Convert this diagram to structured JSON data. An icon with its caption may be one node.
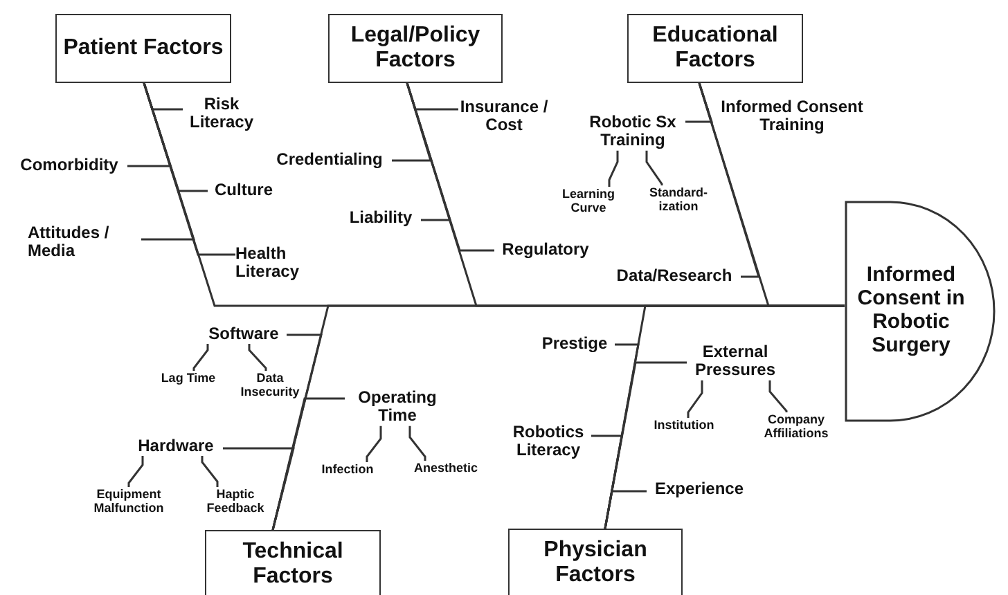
{
  "diagram": {
    "nodes": [
      {
        "text": [
          "Patient Factors"
        ]
      },
      {
        "text": [
          "Legal/Policy Factors"
        ]
      },
      {
        "text": [
          "Educational Factors"
        ]
      },
      {
        "text": [
          "Risk Literacy"
        ]
      },
      {
        "text": [
          "Insurance / Cost"
        ]
      },
      {
        "text": [
          "Informed Consent Training"
        ]
      },
      {
        "text": [
          "Robotic Sx Training"
        ]
      },
      {
        "text": [
          "Credentialing"
        ]
      },
      {
        "text": [
          "Comorbidity"
        ]
      },
      {
        "text": [
          "Culture"
        ]
      },
      {
        "text": [
          "Learning Curve"
        ]
      },
      {
        "text": [
          "Standard- ization"
        ]
      },
      {
        "text": [
          "Informed Consent in Robotic Surgery"
        ]
      },
      {
        "text": [
          "Attitudes / Media"
        ]
      },
      {
        "text": [
          "Liability"
        ]
      },
      {
        "text": [
          "Health Literacy"
        ]
      },
      {
        "text": [
          "Regulatory"
        ]
      },
      {
        "text": [
          "Data/Research"
        ]
      },
      {
        "text": [
          "Software"
        ]
      },
      {
        "text": [
          "Prestige"
        ]
      },
      {
        "text": [
          "External Pressures"
        ]
      },
      {
        "text": [
          "Lag Time"
        ]
      },
      {
        "text": [
          "Data Insecurity"
        ]
      },
      {
        "text": [
          "Operating Time"
        ]
      },
      {
        "text": [
          "Hardware"
        ]
      },
      {
        "text": [
          "Institution"
        ]
      },
      {
        "text": [
          "Company Affiliations"
        ]
      },
      {
        "text": [
          "Robotics Literacy"
        ]
      },
      {
        "text": [
          "Infection"
        ]
      },
      {
        "text": [
          "Anesthetic"
        ]
      },
      {
        "text": [
          "Equipment Malfunction"
        ]
      },
      {
        "text": [
          "Haptic Feedback"
        ]
      },
      {
        "text": [
          "Experience"
        ]
      },
      {
        "text": [
          "Technical Factors"
        ]
      },
      {
        "text": [
          "Physician Factors"
        ]
      }
    ],
    "edges": [
      {
        "from": 0,
        "to": 12,
        "arrow": "none"
      },
      {
        "from": 1,
        "to": 12,
        "arrow": "none"
      },
      {
        "from": 2,
        "to": 12,
        "arrow": "none"
      },
      {
        "from": 33,
        "to": 12,
        "arrow": "none"
      },
      {
        "from": 34,
        "to": 12,
        "arrow": "none"
      },
      {
        "from": 3,
        "to": 0,
        "arrow": "none"
      },
      {
        "from": 8,
        "to": 0,
        "arrow": "none"
      },
      {
        "from": 9,
        "to": 0,
        "arrow": "none"
      },
      {
        "from": 13,
        "to": 0,
        "arrow": "none"
      },
      {
        "from": 15,
        "to": 0,
        "arrow": "none"
      },
      {
        "from": 4,
        "to": 1,
        "arrow": "none"
      },
      {
        "from": 7,
        "to": 1,
        "arrow": "none"
      },
      {
        "from": 14,
        "to": 1,
        "arrow": "none"
      },
      {
        "from": 16,
        "to": 1,
        "arrow": "none"
      },
      {
        "from": 5,
        "to": 2,
        "arrow": "none"
      },
      {
        "from": 6,
        "to": 2,
        "arrow": "none"
      },
      {
        "from": 17,
        "to": 2,
        "arrow": "none"
      },
      {
        "from": 18,
        "to": 33,
        "arrow": "none"
      },
      {
        "from": 23,
        "to": 33,
        "arrow": "none"
      },
      {
        "from": 24,
        "to": 33,
        "arrow": "none"
      },
      {
        "from": 19,
        "to": 34,
        "arrow": "none"
      },
      {
        "from": 20,
        "to": 34,
        "arrow": "none"
      },
      {
        "from": 27,
        "to": 34,
        "arrow": "none"
      },
      {
        "from": 32,
        "to": 34,
        "arrow": "none"
      },
      {
        "from": 10,
        "to": 6,
        "arrow": "none"
      },
      {
        "from": 11,
        "to": 6,
        "arrow": "none"
      },
      {
        "from": 21,
        "to": 18,
        "arrow": "none"
      },
      {
        "from": 22,
        "to": 18,
        "arrow": "none"
      },
      {
        "from": 28,
        "to": 23,
        "arrow": "none"
      },
      {
        "from": 29,
        "to": 23,
        "arrow": "none"
      },
      {
        "from": 30,
        "to": 24,
        "arrow": "none"
      },
      {
        "from": 31,
        "to": 24,
        "arrow": "none"
      },
      {
        "from": 25,
        "to": 20,
        "arrow": "none"
      },
      {
        "from": 26,
        "to": 20,
        "arrow": "none"
      }
    ]
  }
}
